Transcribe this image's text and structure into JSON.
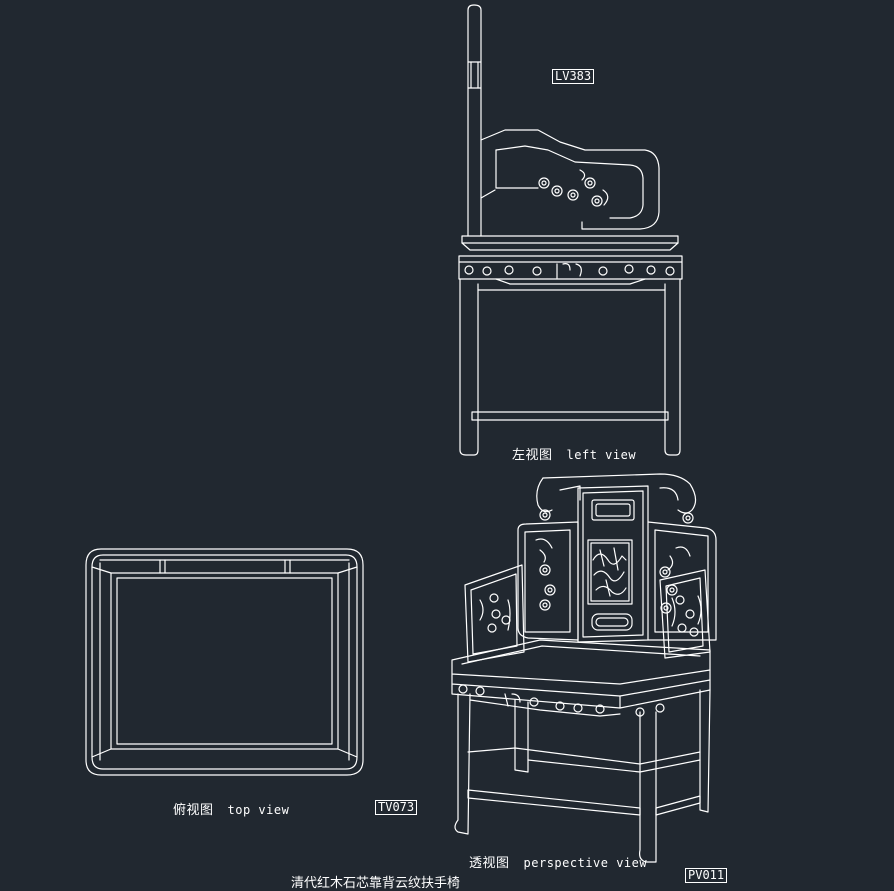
{
  "views": {
    "left": {
      "code": "LV383",
      "label_cn": "左视图",
      "label_en": "left view"
    },
    "top": {
      "code": "TV073",
      "label_cn": "俯视图",
      "label_en": "top view"
    },
    "perspective": {
      "code": "PV011",
      "label_cn": "透视图",
      "label_en": "perspective view"
    }
  },
  "drawing_title": "清代红木石芯靠背云纹扶手椅",
  "colors": {
    "background": "#212830",
    "line": "#ffffff"
  }
}
